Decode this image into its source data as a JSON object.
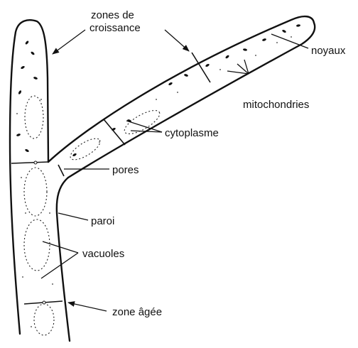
{
  "figure": {
    "labels": {
      "zones_line1": "zones de",
      "zones_line2": "croissance",
      "noyaux": "noyaux",
      "mitochondries": "mitochondries",
      "cytoplasme": "cytoplasme",
      "pores": "pores",
      "paroi": "paroi",
      "vacuoles": "vacuoles",
      "zone_agee": "zone âgée"
    }
  }
}
